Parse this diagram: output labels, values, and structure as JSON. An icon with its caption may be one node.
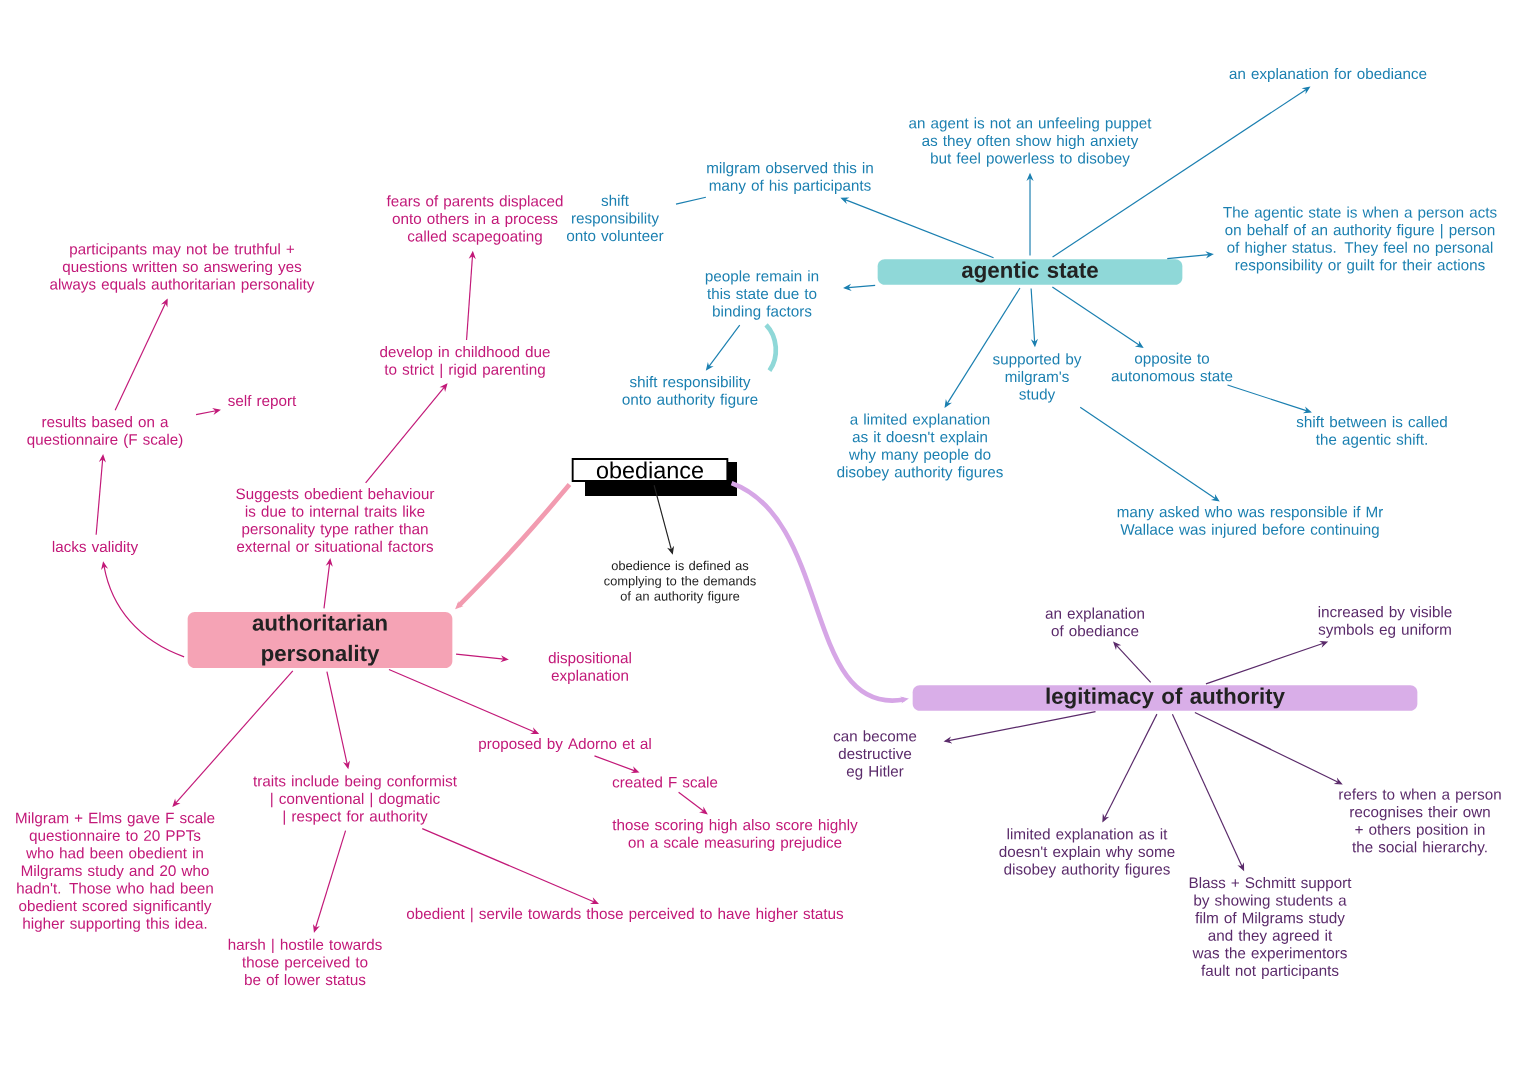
{
  "diagram": {
    "nodes": [
      {
        "text": [
          "obediance"
        ]
      },
      {
        "text": [
          "obedience is defined as complying to the demands of an authority figure"
        ]
      },
      {
        "text": [
          "authoritarian personality"
        ]
      },
      {
        "text": [
          "agentic state"
        ]
      },
      {
        "text": [
          "legitimacy of authority"
        ]
      },
      {
        "text": [
          "dispositional explanation"
        ]
      },
      {
        "text": [
          "Milgram + Elms gave F scale questionnaire to 20 PPTs who had been obedient in Milgrams study and 20 who hadn't. Those who had been obedient scored significantly higher supporting this idea."
        ]
      },
      {
        "text": [
          "traits include being conformist | conventional | dogmatic | respect for authority"
        ]
      },
      {
        "text": [
          "harsh | hostile towards those perceived to be of lower status"
        ]
      },
      {
        "text": [
          "obedient | servile towards those perceived to have higher status"
        ]
      },
      {
        "text": [
          "proposed by Adorno et al"
        ]
      },
      {
        "text": [
          "created F scale"
        ]
      },
      {
        "text": [
          "those scoring high also score highly on a scale measuring prejudice"
        ]
      },
      {
        "text": [
          "Suggests obedient behaviour is due to internal traits like personality type rather than external or situational factors"
        ]
      },
      {
        "text": [
          "develop in childhood due to strict | rigid parenting"
        ]
      },
      {
        "text": [
          "fears of parents displaced onto others in a process called scapegoating"
        ]
      },
      {
        "text": [
          "lacks validity"
        ]
      },
      {
        "text": [
          "results based on a questionnaire (F scale)"
        ]
      },
      {
        "text": [
          "self report"
        ]
      },
      {
        "text": [
          "participants may not be truthful + questions written so answering yes always equals authoritarian personality"
        ]
      },
      {
        "text": [
          "an agent is not an unfeeling puppet as they often show high anxiety but feel powerless to disobey"
        ]
      },
      {
        "text": [
          "milgram observed this in many of his participants"
        ]
      },
      {
        "text": [
          "shift responsibility onto volunteer"
        ]
      },
      {
        "text": [
          "people remain in this state due to binding factors"
        ]
      },
      {
        "text": [
          "shift responsibility onto authority figure"
        ]
      },
      {
        "text": [
          "a limited explanation as it doesn't explain why many people do disobey authority figures"
        ]
      },
      {
        "text": [
          "supported by milgram's study"
        ]
      },
      {
        "text": [
          "many asked who was responsible if Mr Wallace was injured before continuing"
        ]
      },
      {
        "text": [
          "opposite to autonomous state"
        ]
      },
      {
        "text": [
          "shift between is called the agentic shift."
        ]
      },
      {
        "text": [
          "The agentic state is when a person acts on behalf of an authority figure | person of higher status. They feel no personal responsibility or guilt for their actions"
        ]
      },
      {
        "text": [
          "an explanation for obediance"
        ]
      },
      {
        "text": [
          "an explanation of obediance"
        ]
      },
      {
        "text": [
          "increased by visible symbols eg uniform"
        ]
      },
      {
        "text": [
          "can become destructive eg Hitler"
        ]
      },
      {
        "text": [
          "limited explanation as it doesn't explain why some disobey authority figures"
        ]
      },
      {
        "text": [
          "Blass + Schmitt support by showing students a film of Milgrams study and they agreed it was the experimentors fault not participants"
        ]
      },
      {
        "text": [
          "refers to when a person recognises their own + others position in the social hierarchy."
        ]
      }
    ],
    "edges": [
      {
        "from": 0,
        "to": 1,
        "arrow": "to",
        "color": "#222222"
      },
      {
        "from": 0,
        "to": 2,
        "arrow": "to",
        "style": "thick",
        "color": "#f29bb0"
      },
      {
        "from": 0,
        "to": 4,
        "arrow": "to",
        "style": "thick",
        "color": "#d6a6e6"
      },
      {
        "from": 2,
        "to": 5,
        "arrow": "to"
      },
      {
        "from": 2,
        "to": 6,
        "arrow": "to"
      },
      {
        "from": 2,
        "to": 7,
        "arrow": "to"
      },
      {
        "from": 2,
        "to": 10,
        "arrow": "to"
      },
      {
        "from": 7,
        "to": 8,
        "arrow": "to"
      },
      {
        "from": 7,
        "to": 9,
        "arrow": "to"
      },
      {
        "from": 10,
        "to": 11,
        "arrow": "to"
      },
      {
        "from": 11,
        "to": 12,
        "arrow": "to"
      },
      {
        "from": 2,
        "to": 13,
        "arrow": "to"
      },
      {
        "from": 13,
        "to": 14,
        "arrow": "to"
      },
      {
        "from": 14,
        "to": 15,
        "arrow": "to"
      },
      {
        "from": 2,
        "to": 16,
        "arrow": "to"
      },
      {
        "from": 16,
        "to": 17,
        "arrow": "to"
      },
      {
        "from": 17,
        "to": 18,
        "arrow": "to"
      },
      {
        "from": 17,
        "to": 19,
        "arrow": "to"
      },
      {
        "from": 3,
        "to": 20,
        "arrow": "to",
        "color": "#1a7fb0"
      },
      {
        "from": 3,
        "to": 21,
        "arrow": "to",
        "color": "#1a7fb0"
      },
      {
        "from": 21,
        "to": 22,
        "arrow": "none",
        "color": "#1a7fb0"
      },
      {
        "from": 3,
        "to": 23,
        "arrow": "to",
        "color": "#1a7fb0"
      },
      {
        "from": 23,
        "to": 24,
        "arrow": "to",
        "color": "#1a7fb0"
      },
      {
        "from": 24,
        "to": 23,
        "arrow": "none",
        "style": "thick",
        "color": "#8fd8d8"
      },
      {
        "from": 3,
        "to": 25,
        "arrow": "to",
        "color": "#1a7fb0"
      },
      {
        "from": 3,
        "to": 26,
        "arrow": "to",
        "color": "#1a7fb0"
      },
      {
        "from": 26,
        "to": 27,
        "arrow": "to",
        "color": "#1a7fb0"
      },
      {
        "from": 3,
        "to": 28,
        "arrow": "to",
        "color": "#1a7fb0"
      },
      {
        "from": 28,
        "to": 29,
        "arrow": "to",
        "color": "#1a7fb0"
      },
      {
        "from": 3,
        "to": 30,
        "arrow": "to",
        "color": "#1a7fb0"
      },
      {
        "from": 3,
        "to": 31,
        "arrow": "to",
        "color": "#1a7fb0"
      },
      {
        "from": 4,
        "to": 32,
        "arrow": "to",
        "color": "#5a2a6a"
      },
      {
        "from": 4,
        "to": 33,
        "arrow": "to",
        "color": "#5a2a6a"
      },
      {
        "from": 4,
        "to": 34,
        "arrow": "to",
        "color": "#5a2a6a"
      },
      {
        "from": 4,
        "to": 35,
        "arrow": "to",
        "color": "#5a2a6a"
      },
      {
        "from": 4,
        "to": 36,
        "arrow": "to",
        "color": "#5a2a6a"
      },
      {
        "from": 4,
        "to": 37,
        "arrow": "to",
        "color": "#5a2a6a"
      }
    ]
  }
}
